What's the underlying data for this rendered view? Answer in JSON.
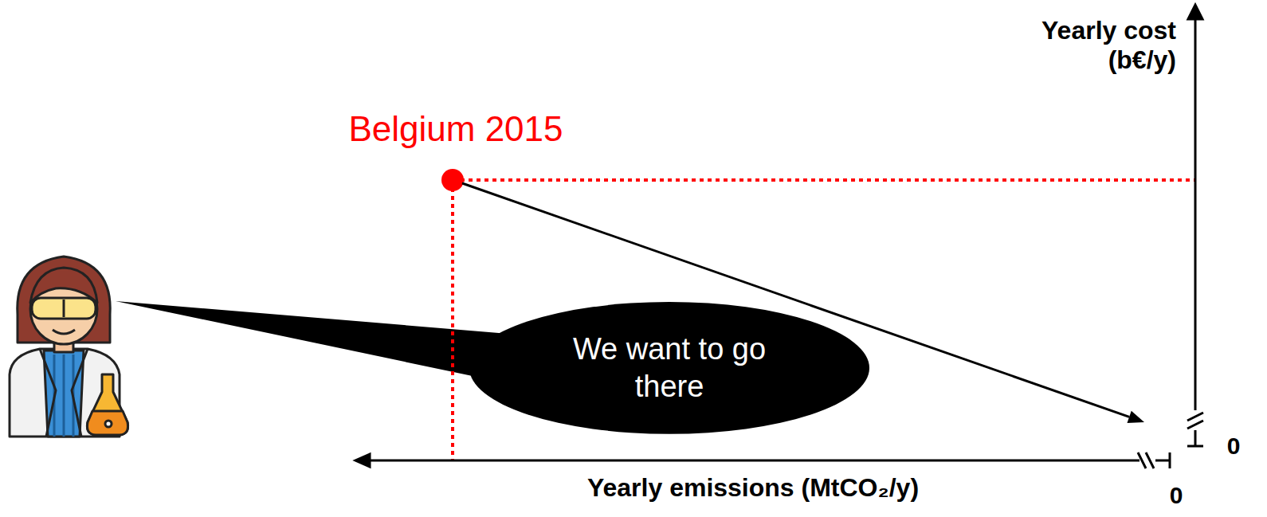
{
  "diagram": {
    "nodes": [
      {
        "text": [
          "We want to go there"
        ]
      }
    ],
    "labels": [
      "Belgium 2015",
      "Yearly cost (b€/y)",
      "Yearly emissions (MtCO₂/y)",
      "0",
      "0"
    ]
  }
}
